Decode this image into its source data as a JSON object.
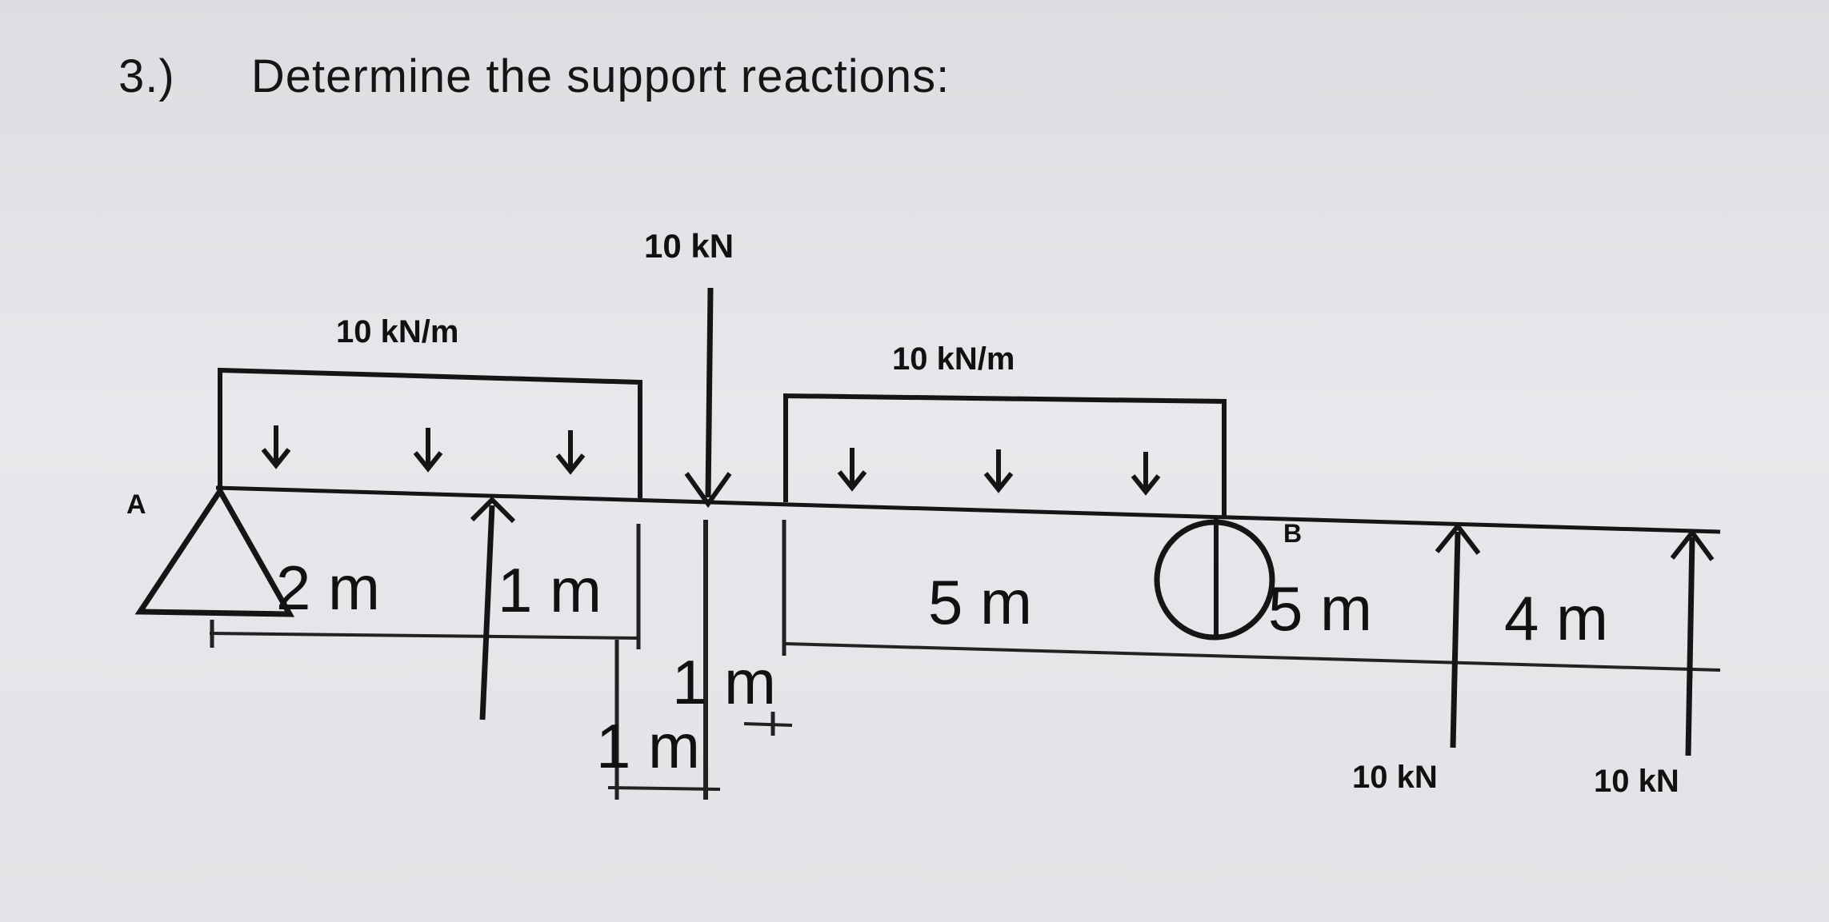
{
  "problem": {
    "number": "3.)",
    "prompt": "Determine the support reactions:"
  },
  "diagram": {
    "point_a_label": "A",
    "point_b_label": "B",
    "loads": {
      "udl_left": "10 kN/m",
      "udl_right": "10 kN/m",
      "point_top": "10 kN",
      "point_bottom_1": "10 kN",
      "point_bottom_2": "10 kN"
    },
    "dimensions": {
      "seg_1": "2 m",
      "seg_2": "1 m",
      "seg_3": "1 m",
      "seg_4": "1 m",
      "seg_5": "5 m",
      "seg_6": "5 m",
      "seg_7": "4 m"
    }
  }
}
